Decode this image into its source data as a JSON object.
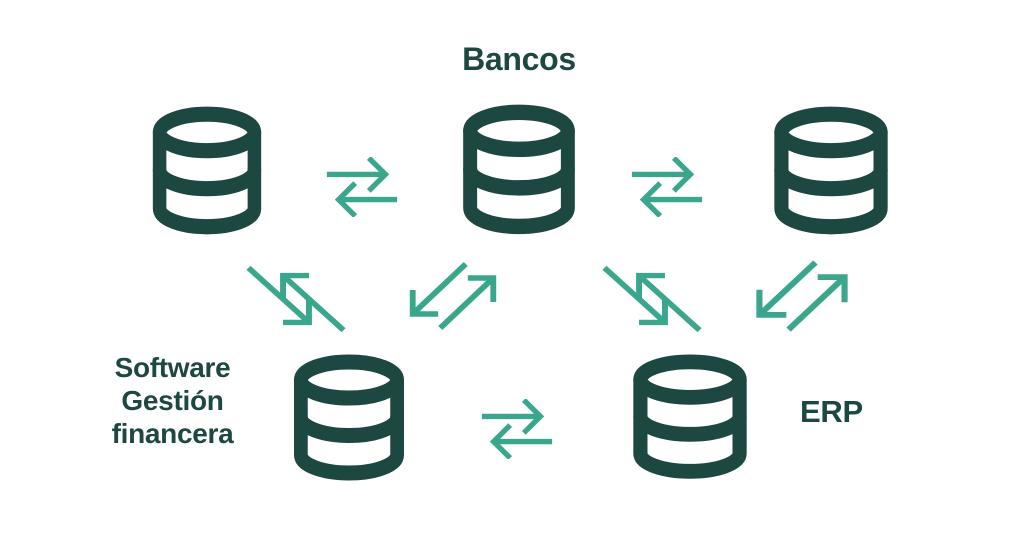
{
  "labels": {
    "bancos": "Bancos",
    "software_line1": "Software",
    "software_line2": "Gestión",
    "software_line3": "financera",
    "erp": "ERP"
  },
  "colors": {
    "background": "#ffffff",
    "database_icon": "#1d4741",
    "arrow": "#3aa78d",
    "label_text": "#1d4741"
  },
  "diagram": {
    "type": "integration-diagram",
    "nodes": [
      {
        "id": "bank-database-1",
        "group": "Bancos",
        "icon": "database-icon"
      },
      {
        "id": "bank-database-2",
        "group": "Bancos",
        "icon": "database-icon"
      },
      {
        "id": "bank-database-3",
        "group": "Bancos",
        "icon": "database-icon"
      },
      {
        "id": "software-gestion-financera-database",
        "label": "Software Gestión financera",
        "icon": "database-icon"
      },
      {
        "id": "erp-database",
        "label": "ERP",
        "icon": "database-icon"
      }
    ],
    "edges": [
      {
        "from": "bank-database-1",
        "to": "bank-database-2",
        "bidirectional": true,
        "style": "horizontal-swap-arrows"
      },
      {
        "from": "bank-database-2",
        "to": "bank-database-3",
        "bidirectional": true,
        "style": "horizontal-swap-arrows"
      },
      {
        "from": "bank-database-1",
        "to": "software-gestion-financera-database",
        "bidirectional": true,
        "style": "diagonal-swap-arrows"
      },
      {
        "from": "bank-database-2",
        "to": "software-gestion-financera-database",
        "bidirectional": true,
        "style": "diagonal-swap-arrows"
      },
      {
        "from": "bank-database-2",
        "to": "erp-database",
        "bidirectional": true,
        "style": "diagonal-swap-arrows"
      },
      {
        "from": "bank-database-3",
        "to": "erp-database",
        "bidirectional": true,
        "style": "diagonal-swap-arrows"
      },
      {
        "from": "software-gestion-financera-database",
        "to": "erp-database",
        "bidirectional": true,
        "style": "horizontal-swap-arrows"
      }
    ]
  }
}
